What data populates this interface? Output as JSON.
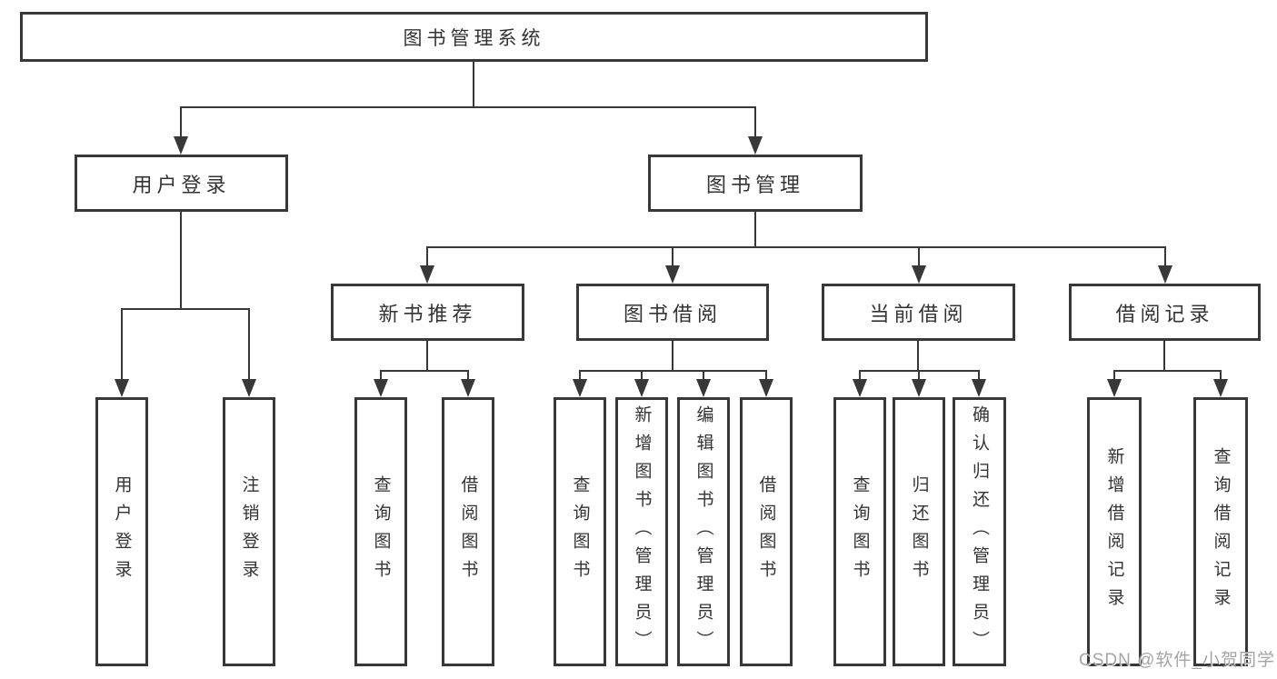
{
  "diagram": {
    "title": "图书管理系统",
    "level2": {
      "user_login": "用户登录",
      "book_mgmt": "图书管理"
    },
    "level3": {
      "new_books": "新书推荐",
      "book_borrow": "图书借阅",
      "current_borrow": "当前借阅",
      "borrow_records": "借阅记录"
    },
    "leaves": {
      "user_login": [
        "用户登录",
        "注销登录"
      ],
      "new_books": [
        "查询图书",
        "借阅图书"
      ],
      "book_borrow": [
        "查询图书",
        "新增图书（管理员）",
        "编辑图书（管理员）",
        "借阅图书"
      ],
      "current_borrow": [
        "查询图书",
        "归还图书",
        "确认归还（管理员）"
      ],
      "borrow_records": [
        "新增借阅记录",
        "查询借阅记录"
      ]
    },
    "watermark": "CSDN @软件_小贺同学",
    "colors": {
      "line": "#383838",
      "text": "#333333",
      "watermark": "#949494",
      "background": "#ffffff"
    }
  }
}
